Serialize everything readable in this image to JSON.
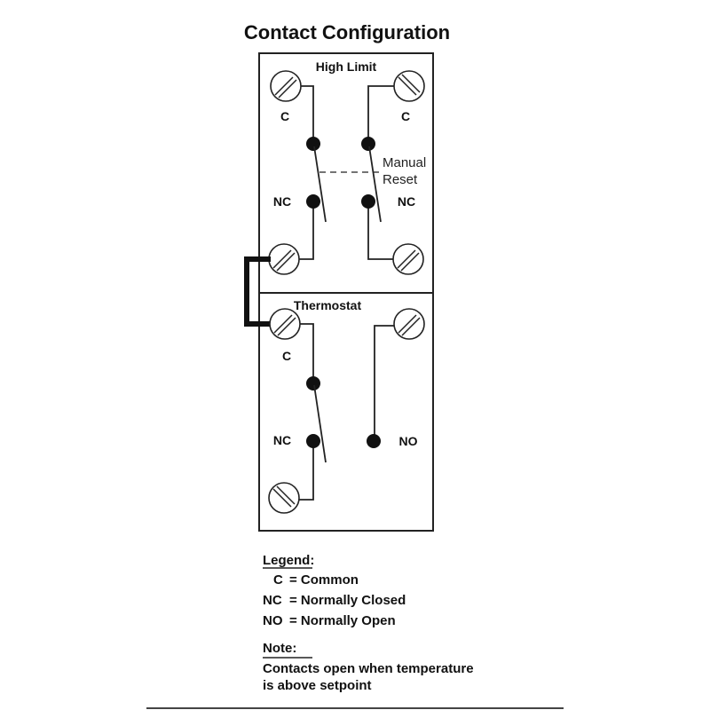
{
  "title": "Contact Configuration",
  "sections": {
    "high_limit": {
      "label": "High Limit",
      "left_common": "C",
      "right_common": "C",
      "left_nc": "NC",
      "right_nc": "NC",
      "manual_reset_line1": "Manual",
      "manual_reset_line2": "Reset"
    },
    "thermostat": {
      "label": "Thermostat",
      "common": "C",
      "nc": "NC",
      "no": "NO"
    }
  },
  "legend": {
    "heading": "Legend:",
    "items": [
      {
        "abbr": "C",
        "text": "= Common"
      },
      {
        "abbr": "NC",
        "text": "= Normally Closed"
      },
      {
        "abbr": "NO",
        "text": "= Normally Open"
      }
    ]
  },
  "note": {
    "heading": "Note:",
    "line1": "Contacts open when temperature",
    "line2": "is above setpoint"
  }
}
